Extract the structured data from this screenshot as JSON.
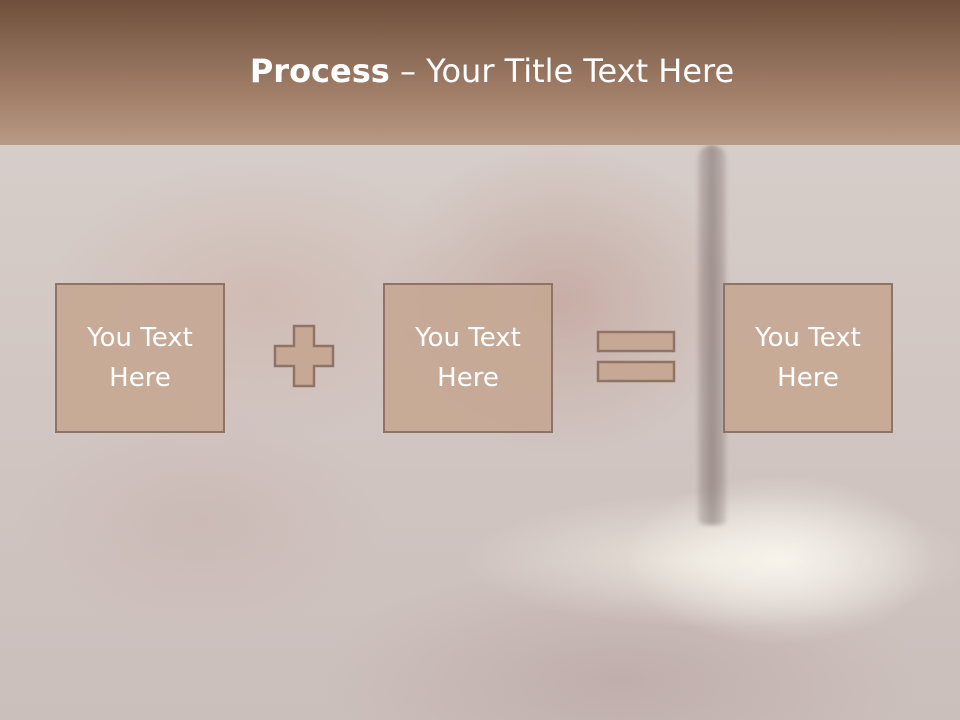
{
  "slide": {
    "title_bold": "Process",
    "title_rest": " – Your Title Text Here"
  },
  "process": {
    "boxes": [
      {
        "label": "You Text Here"
      },
      {
        "label": "You Text Here"
      },
      {
        "label": "You Text Here"
      }
    ],
    "operators": [
      "plus-icon",
      "equals-icon"
    ]
  },
  "colors": {
    "header": "#8a6a55",
    "box_fill": "#c6a894",
    "box_border": "#8e7466",
    "text": "#ffffff"
  }
}
